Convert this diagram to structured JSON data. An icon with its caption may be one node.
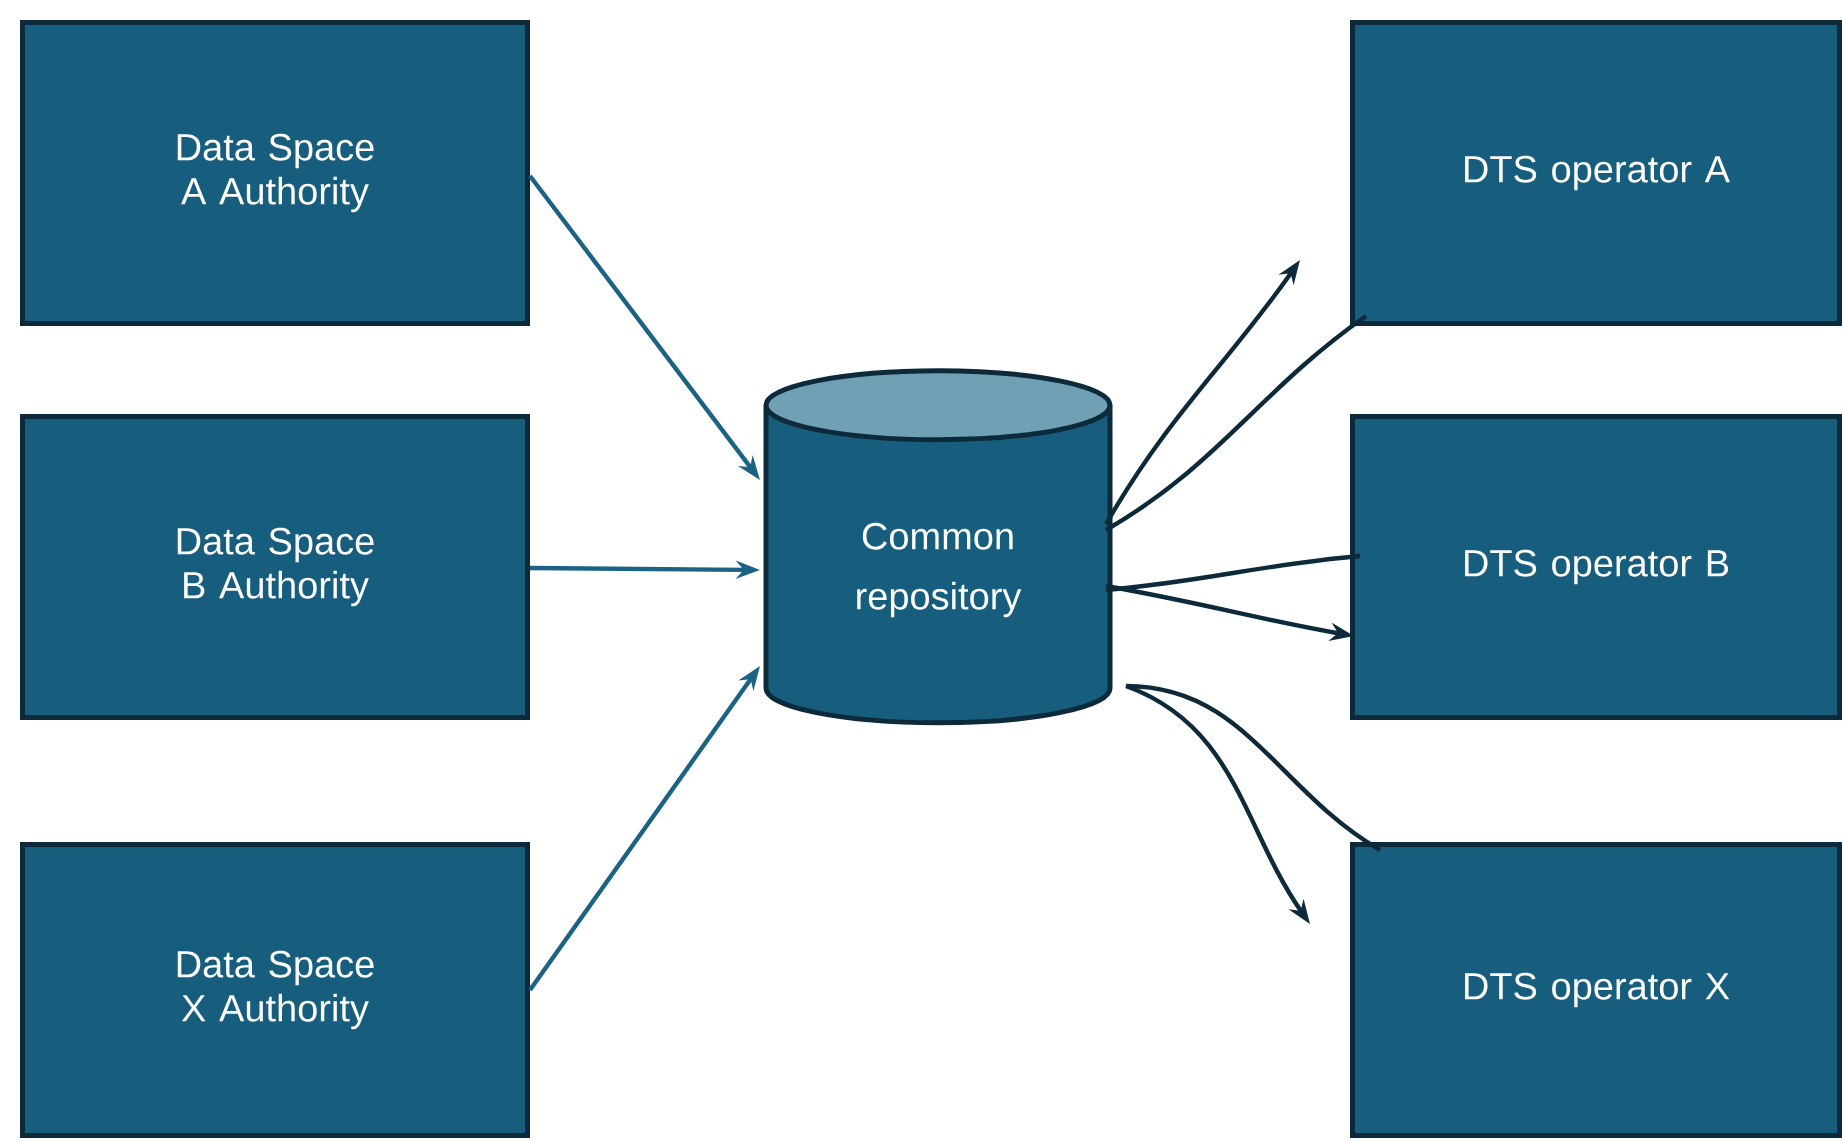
{
  "diagram": {
    "nodes": [
      {
        "text": [
          "Data Space A Authority"
        ]
      },
      {
        "text": [
          "Data Space B Authority"
        ]
      },
      {
        "text": [
          "Data Space X Authority"
        ]
      },
      {
        "text": [
          "Common repository"
        ]
      },
      {
        "text": [
          "DTS operator A"
        ]
      },
      {
        "text": [
          "DTS operator B"
        ]
      },
      {
        "text": [
          "DTS operator X"
        ]
      }
    ],
    "edges": [
      {
        "from": 0,
        "to": 3,
        "arrow": "to",
        "color": "#1b6385"
      },
      {
        "from": 1,
        "to": 3,
        "arrow": "to",
        "color": "#1b6385"
      },
      {
        "from": 2,
        "to": 3,
        "arrow": "to",
        "color": "#1b6385"
      },
      {
        "from": 3,
        "to": 4,
        "arrow": "to"
      },
      {
        "from": 4,
        "to": 3,
        "arrow": "none"
      },
      {
        "from": 3,
        "to": 5,
        "arrow": "to"
      },
      {
        "from": 5,
        "to": 3,
        "arrow": "none"
      },
      {
        "from": 3,
        "to": 6,
        "arrow": "to"
      },
      {
        "from": 6,
        "to": 3,
        "arrow": "none"
      }
    ]
  }
}
